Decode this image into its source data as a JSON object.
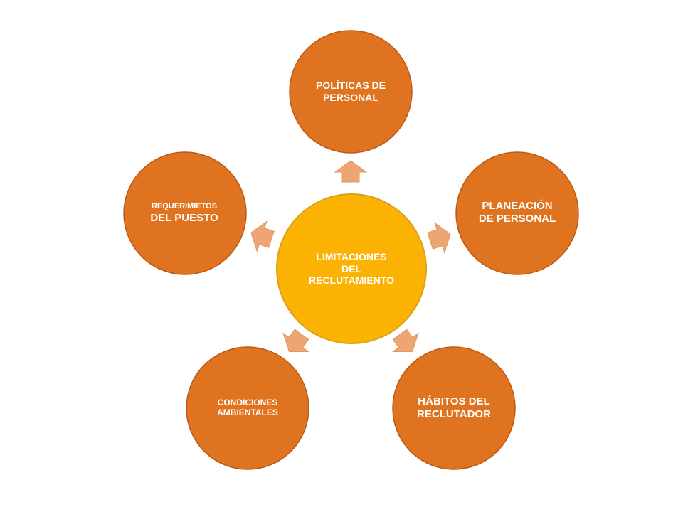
{
  "diagram": {
    "center": {
      "lines": [
        "LIMITACIONES",
        "DEL",
        "RECLUTAMIENTO"
      ]
    },
    "nodes": [
      {
        "lines": [
          "POLÍTICAS DE",
          "PERSONAL"
        ]
      },
      {
        "lines": [
          "PLANEACIÓN",
          "DE PERSONAL"
        ]
      },
      {
        "lines": [
          "HÁBITOS DEL",
          "RECLUTADOR"
        ]
      },
      {
        "lines": [
          "CONDICIONES",
          "AMBIENTALES"
        ]
      },
      {
        "lines": [
          "REQUERIMIETOS",
          "DEL PUESTO"
        ]
      }
    ],
    "colors": {
      "center_fill": "#fbb202",
      "center_border": "#d9a21a",
      "node_fill": "#e0731f",
      "node_border": "#b95a16",
      "arrow_fill": "#eda574"
    }
  }
}
